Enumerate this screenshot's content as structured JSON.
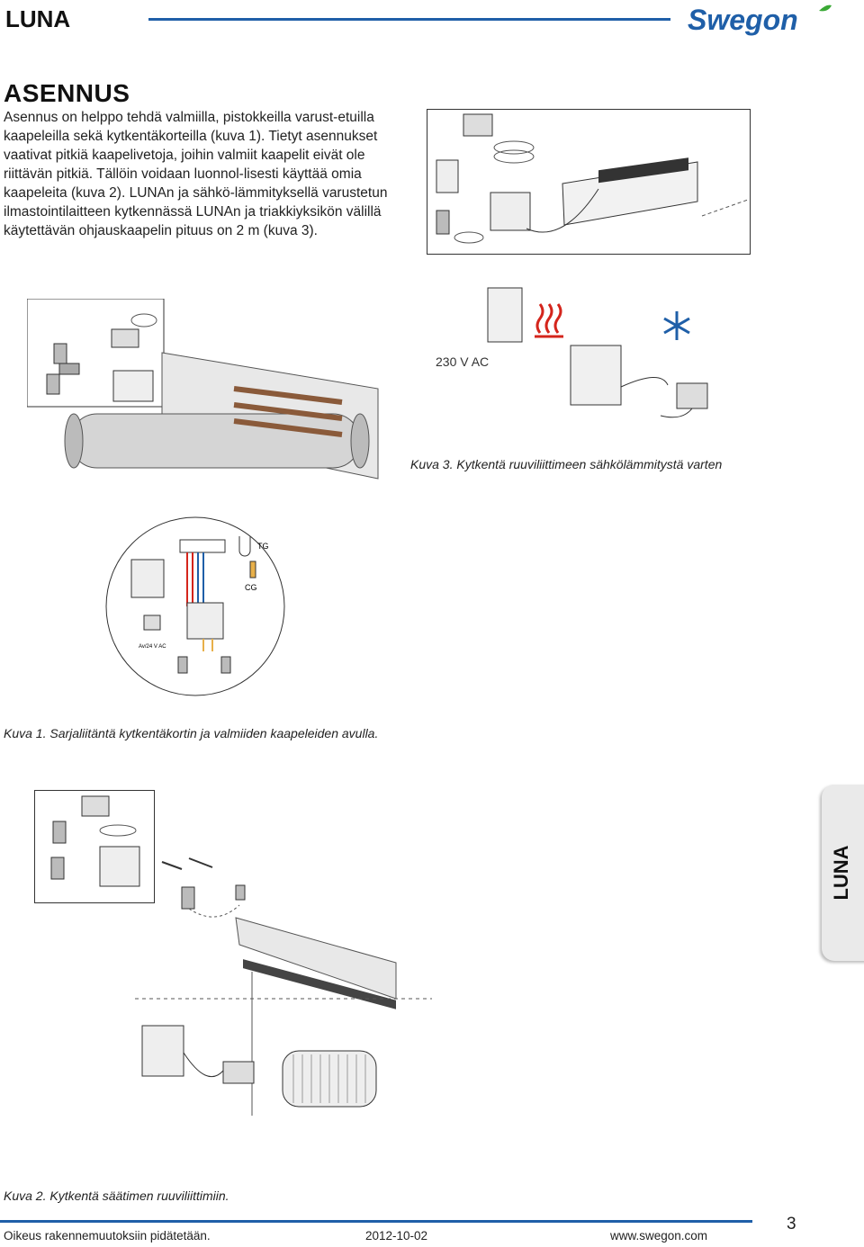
{
  "header": {
    "title": "LUNA",
    "brand": "Swegon"
  },
  "section": {
    "heading": "ASENNUS",
    "intro": "Asennus on helppo tehdä valmiilla, pistokkeilla varust-etuilla kaapeleilla sekä kytkentäkorteilla (kuva 1). Tietyt asennukset vaativat pitkiä kaapelivetoja, joihin valmiit kaapelit eivät ole riittävän pitkiä. Tällöin voidaan luonnol-lisesti käyttää omia kaapeleita (kuva 2). LUNAn ja sähkö-lämmityksellä varustetun ilmastointilaitteen kytkennässä LUNAn ja triakkiyksikön välillä käytettävän ohjauskaapelin pituus on 2 m (kuva 3)."
  },
  "figures": {
    "kuva3": {
      "caption": "Kuva 3. Kytkentä ruuviliittimeen sähkölämmitystä varten",
      "voltage_label": "230 V AC"
    },
    "kuva1": {
      "caption": "Kuva 1. Sarjaliitäntä kytkentäkortin ja valmiiden kaapeleiden avulla.",
      "label_tg": "TG",
      "label_cg": "CG",
      "label_voltage": "Av/24 V AC"
    },
    "kuva2": {
      "caption": "Kuva 2. Kytkentä säätimen ruuviliittimiin."
    }
  },
  "side_tab": {
    "label": "LUNA"
  },
  "footer": {
    "notice": "Oikeus rakennemuutoksiin pidätetään.",
    "date": "2012-10-02",
    "website": "www.swegon.com",
    "page_number": "3"
  },
  "colors": {
    "accent_blue": "#1f5fa8",
    "heat_red": "#d4251c",
    "cool_blue": "#1f5fa8"
  }
}
